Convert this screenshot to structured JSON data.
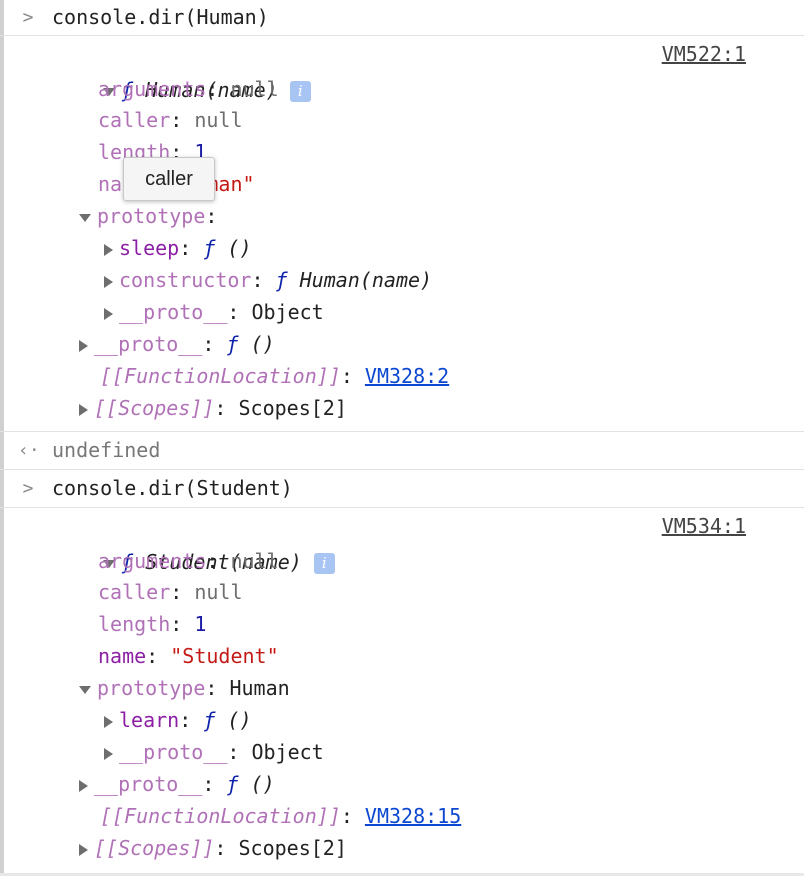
{
  "console": {
    "entries": [
      {
        "command": "console.dir(Human)",
        "source_link": "VM522:1",
        "header": {
          "f": "ƒ",
          "signature": "Human(name)",
          "info": "i"
        },
        "props": {
          "arguments": {
            "key": "arguments",
            "value": "null"
          },
          "caller": {
            "key": "caller",
            "value": "null"
          },
          "length": {
            "key": "length",
            "value": "1"
          },
          "name": {
            "key": "name",
            "value": "\"Human\""
          },
          "prototype": {
            "key": "prototype",
            "value": "",
            "children": {
              "sleep": {
                "key": "sleep",
                "f": "ƒ",
                "value": "()"
              },
              "constructor": {
                "key": "constructor",
                "f": "ƒ",
                "value": "Human(name)"
              },
              "proto": {
                "key": "__proto__",
                "value": "Object"
              }
            }
          },
          "proto": {
            "key": "__proto__",
            "f": "ƒ",
            "value": "()"
          },
          "function_location": {
            "key": "[[FunctionLocation]]",
            "value": "VM328:2"
          },
          "scopes": {
            "key": "[[Scopes]]",
            "value": "Scopes[2]"
          }
        }
      },
      {
        "command": "console.dir(Student)",
        "source_link": "VM534:1",
        "header": {
          "f": "ƒ",
          "signature": "Student(name)",
          "info": "i"
        },
        "props": {
          "arguments": {
            "key": "arguments",
            "value": "null"
          },
          "caller": {
            "key": "caller",
            "value": "null"
          },
          "length": {
            "key": "length",
            "value": "1"
          },
          "name": {
            "key": "name",
            "value": "\"Student\""
          },
          "prototype": {
            "key": "prototype",
            "value": "Human",
            "children": {
              "learn": {
                "key": "learn",
                "f": "ƒ",
                "value": "()"
              },
              "proto": {
                "key": "__proto__",
                "value": "Object"
              }
            }
          },
          "proto": {
            "key": "__proto__",
            "f": "ƒ",
            "value": "()"
          },
          "function_location": {
            "key": "[[FunctionLocation]]",
            "value": "VM328:15"
          },
          "scopes": {
            "key": "[[Scopes]]",
            "value": "Scopes[2]"
          }
        }
      }
    ],
    "return_value": "undefined"
  },
  "tooltip": {
    "text": "caller"
  },
  "icons": {
    "prompt": "chevron-right-icon",
    "return": "return-arrow-icon",
    "expanded": "triangle-down-icon",
    "collapsed": "triangle-right-icon",
    "info": "info-icon"
  },
  "colors": {
    "property_key": "#8d1fa5",
    "non_enumerable_key": "#b071b7",
    "function_keyword": "#0d22aa",
    "number": "#1a1aa6",
    "string": "#c41a16",
    "link": "#0c47d1",
    "info_badge": "#a7c4f2"
  }
}
